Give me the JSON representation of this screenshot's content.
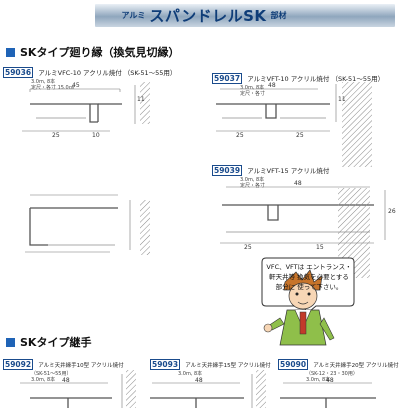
{
  "header": {
    "prefix": "アルミ",
    "title": "スパンドレルSK",
    "suffix": "部材"
  },
  "section1": {
    "title": "SKタイプ廻り縁（換気見切縁）"
  },
  "section2": {
    "title": "SKタイプ継手"
  },
  "products": [
    {
      "code": "59036",
      "name": "アルミVFC-10 アクリル焼付 （SK-51～55用）",
      "info1": "3.0m, 8本",
      "info2": "定尺・各寸 15.0㎝"
    },
    {
      "code": "59037",
      "name": "アルミVFT-10 アクリル焼付 （SK-51～55用）",
      "info1": "3.0m, 8本",
      "info2": "定尺・各寸"
    },
    {
      "code": "59039",
      "name": "アルミVFT-15 アクリル焼付",
      "info1": "3.0m, 8本",
      "info2": "定尺・各寸"
    },
    {
      "code": "59092",
      "name": "アルミ天井縁手10型 アクリル焼付",
      "info1": "（SK-51～55用）",
      "info2": "3.0m, 8本"
    },
    {
      "code": "59093",
      "name": "アルミ天井縁手15型 アクリル焼付",
      "info1": "3.0m, 8本",
      "info2": ""
    },
    {
      "code": "59090",
      "name": "アルミ天井縁手20型 アクリル焼付",
      "info1": "（SK-12・23・30用）",
      "info2": "3.0m, 8本"
    }
  ],
  "dims": {
    "p1": {
      "top": "45",
      "left": "25",
      "mid": "10",
      "right": "11"
    },
    "p2": {
      "top": "48",
      "left": "25",
      "right": "25",
      "side": "11"
    },
    "p3": {
      "top": "48",
      "left": "25",
      "right": "15",
      "side": "26"
    },
    "p4": {
      "top": "48"
    },
    "p5": {
      "top": "48"
    },
    "p6": {
      "top": "48"
    }
  },
  "bubble": {
    "text": "VFC、VFTは エントランス・軒天井等 換気を必要とする部分に 使って下さい。"
  }
}
